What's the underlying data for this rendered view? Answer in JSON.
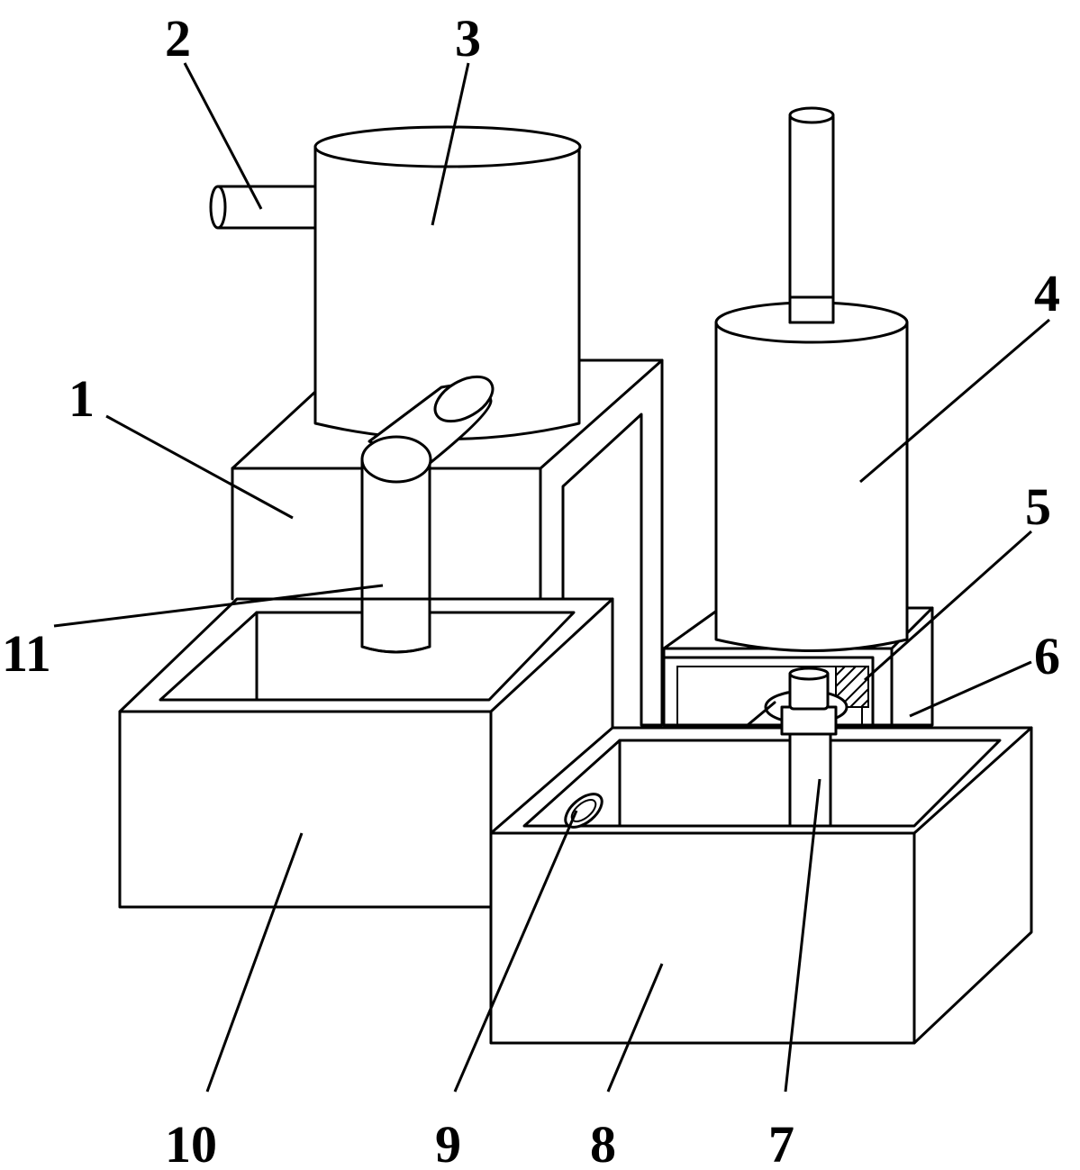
{
  "figure": {
    "labels": [
      {
        "id": "1",
        "text": "1"
      },
      {
        "id": "2",
        "text": "2"
      },
      {
        "id": "3",
        "text": "3"
      },
      {
        "id": "4",
        "text": "4"
      },
      {
        "id": "5",
        "text": "5"
      },
      {
        "id": "6",
        "text": "6"
      },
      {
        "id": "7",
        "text": "7"
      },
      {
        "id": "8",
        "text": "8"
      },
      {
        "id": "9",
        "text": "9"
      },
      {
        "id": "10",
        "text": "10"
      },
      {
        "id": "11",
        "text": "11"
      }
    ]
  }
}
